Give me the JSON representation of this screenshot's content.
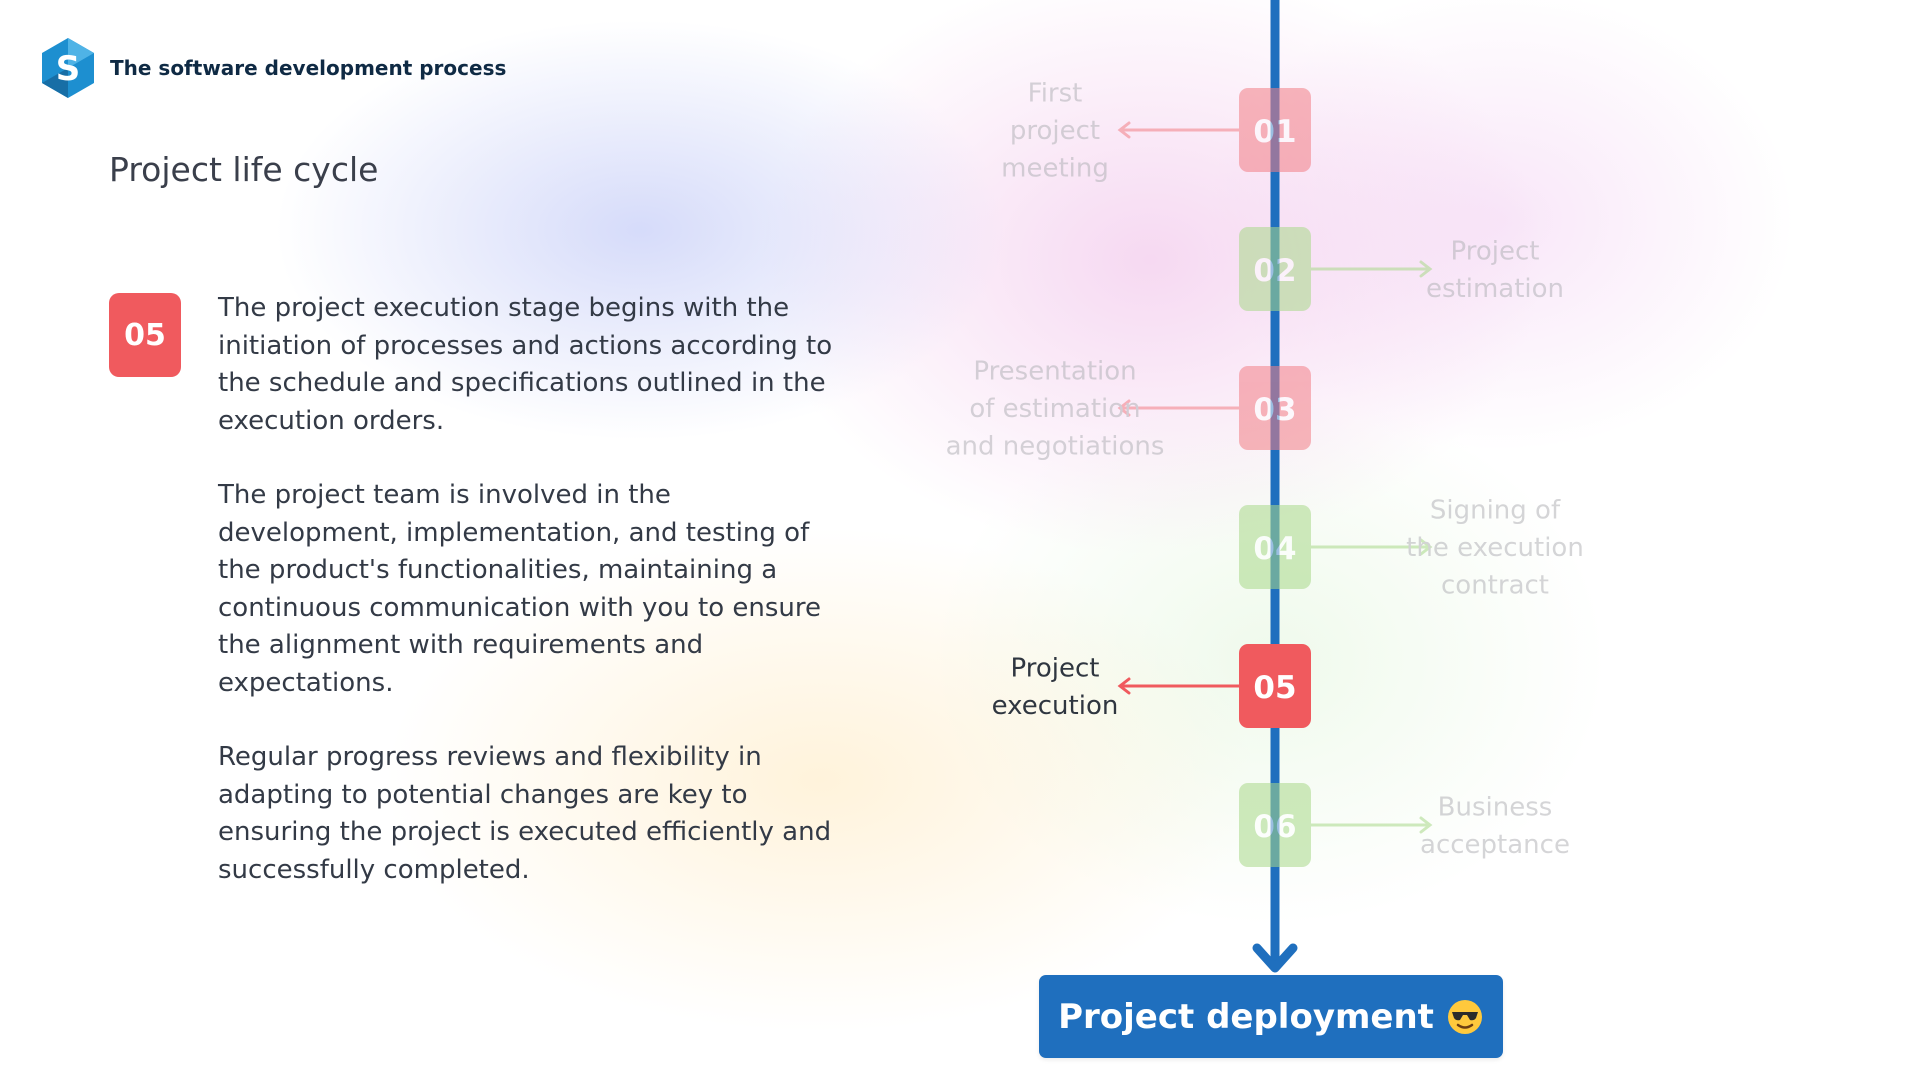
{
  "header": {
    "logo_letter": "S",
    "title": "The software development process"
  },
  "page_title": "Project life cycle",
  "active_step": {
    "number": "05",
    "paragraphs": [
      "The project execution stage begins with the initiation of processes and actions according to the schedule and specifications outlined in the execution orders.",
      "The project team is involved in the development, implementation, and testing of the product's functionalities, maintaining a continuous communication with you to ensure the alignment with requirements and expectations.",
      "Regular progress reviews and flexibility in adapting to potential changes are key to ensuring the project is executed efficiently and successfully completed."
    ]
  },
  "steps": [
    {
      "number": "01",
      "label": [
        "First",
        "project",
        "meeting"
      ],
      "side": "left",
      "color": "#f27f86",
      "active": false
    },
    {
      "number": "02",
      "label": [
        "Project",
        "estimation"
      ],
      "side": "right",
      "color": "#a9d98a",
      "active": false
    },
    {
      "number": "03",
      "label": [
        "Presentation",
        "of estimation",
        "and negotiations"
      ],
      "side": "left",
      "color": "#f27f86",
      "active": false
    },
    {
      "number": "04",
      "label": [
        "Signing of",
        "the execution",
        "contract"
      ],
      "side": "right",
      "color": "#a9d98a",
      "active": false
    },
    {
      "number": "05",
      "label": [
        "Project",
        "execution"
      ],
      "side": "left",
      "color": "#f05a5e",
      "active": true
    },
    {
      "number": "06",
      "label": [
        "Business",
        "acceptance"
      ],
      "side": "right",
      "color": "#a9d98a",
      "active": false
    }
  ],
  "final_step": {
    "label": "Project deployment",
    "emoji_icon": "sunglasses-smiley-icon"
  },
  "colors": {
    "timeline_blue": "#1f6fbe",
    "active_red": "#f05a5e",
    "green": "#a9d98a",
    "muted_text": "#b3b3b8"
  }
}
